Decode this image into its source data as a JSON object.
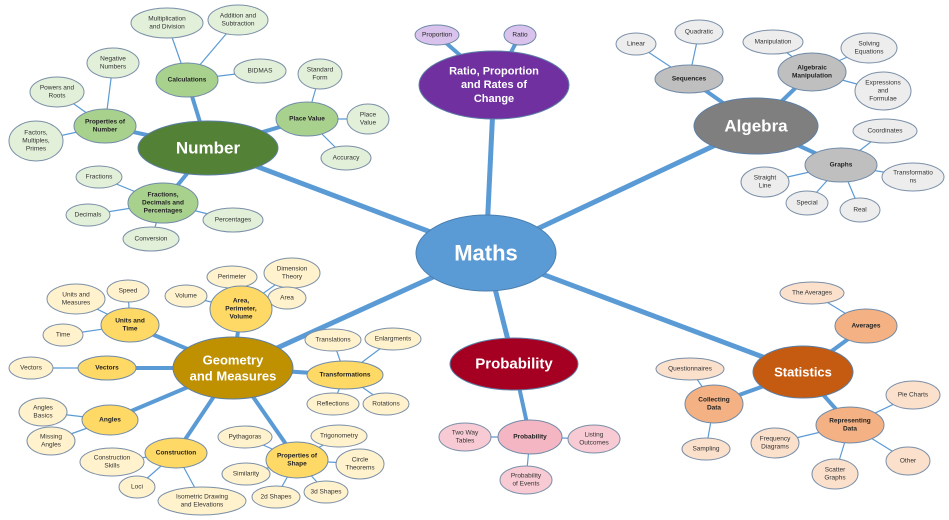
{
  "center": {
    "label": "Maths",
    "fill": "#5b9bd5"
  },
  "line_color": "#5b9bd5",
  "branches": [
    {
      "id": "number",
      "label": [
        "Number"
      ],
      "fill": "#538135",
      "text_color": "#ffffff",
      "sub_fill": "#a9d18e",
      "leaf_fill": "#e2f0d9",
      "subs": [
        {
          "id": "calculations",
          "label": [
            "Calculations"
          ],
          "leaves": [
            {
              "id": "multiplication-and-division",
              "label": [
                "Multiplication",
                "and Division"
              ]
            },
            {
              "id": "addition-and-subtraction",
              "label": [
                "Addition and",
                "Subtraction"
              ]
            },
            {
              "id": "bidmas",
              "label": [
                "BIDMAS"
              ]
            }
          ]
        },
        {
          "id": "properties-of-number",
          "label": [
            "Properties of",
            "Number"
          ],
          "leaves": [
            {
              "id": "negative-numbers",
              "label": [
                "Negative",
                "Numbers"
              ]
            },
            {
              "id": "powers-and-roots",
              "label": [
                "Powers and",
                "Roots"
              ]
            },
            {
              "id": "factors-multiples-primes",
              "label": [
                "Factors,",
                "Multiples,",
                "Primes"
              ]
            }
          ]
        },
        {
          "id": "place-value",
          "label": [
            "Place Value"
          ],
          "leaves": [
            {
              "id": "standard-form",
              "label": [
                "Standard",
                "Form"
              ]
            },
            {
              "id": "place-value-leaf",
              "label": [
                "Place",
                "Value"
              ]
            },
            {
              "id": "accuracy",
              "label": [
                "Accuracy"
              ]
            }
          ]
        },
        {
          "id": "fractions-decimals-and-percentages",
          "label": [
            "Fractions,",
            "Decimals and",
            "Percentages"
          ],
          "leaves": [
            {
              "id": "fractions",
              "label": [
                "Fractions"
              ]
            },
            {
              "id": "decimals",
              "label": [
                "Decimals"
              ]
            },
            {
              "id": "percentages",
              "label": [
                "Percentages"
              ]
            },
            {
              "id": "conversion",
              "label": [
                "Conversion"
              ]
            }
          ]
        }
      ]
    },
    {
      "id": "ratio",
      "label": [
        "Ratio, Proportion",
        "and Rates of",
        "Change"
      ],
      "fill": "#7030a0",
      "text_color": "#ffffff",
      "sub_fill": "#d9c3ec",
      "leaf_fill": "#d9c3ec",
      "subs": [
        {
          "id": "proportion",
          "label": [
            "Proportion"
          ],
          "leaves": []
        },
        {
          "id": "ratio-leaf",
          "label": [
            "Ratio"
          ],
          "leaves": []
        }
      ]
    },
    {
      "id": "algebra",
      "label": [
        "Algebra"
      ],
      "fill": "#7f7f7f",
      "text_color": "#ffffff",
      "sub_fill": "#bfbfbf",
      "leaf_fill": "#ededed",
      "subs": [
        {
          "id": "sequences",
          "label": [
            "Sequences"
          ],
          "leaves": [
            {
              "id": "linear",
              "label": [
                "Linear"
              ]
            },
            {
              "id": "quadratic",
              "label": [
                "Quadratic"
              ]
            }
          ]
        },
        {
          "id": "algebraic-manipulation",
          "label": [
            "Algebraic",
            "Manipulation"
          ],
          "leaves": [
            {
              "id": "manipulation",
              "label": [
                "Manipulation"
              ]
            },
            {
              "id": "solving-equations",
              "label": [
                "Solving",
                "Equations"
              ]
            },
            {
              "id": "expressions-and-formulae",
              "label": [
                "Expressions",
                "and",
                "Formulae"
              ]
            }
          ]
        },
        {
          "id": "graphs",
          "label": [
            "Graphs"
          ],
          "leaves": [
            {
              "id": "coordinates",
              "label": [
                "Coordinates"
              ]
            },
            {
              "id": "transformations-graphs",
              "label": [
                "Transformatio",
                "ns"
              ]
            },
            {
              "id": "straight-line",
              "label": [
                "Straight",
                "Line"
              ]
            },
            {
              "id": "special",
              "label": [
                "Special"
              ]
            },
            {
              "id": "real",
              "label": [
                "Real"
              ]
            }
          ]
        }
      ]
    },
    {
      "id": "geometry",
      "label": [
        "Geometry",
        "and Measures"
      ],
      "fill": "#bf9000",
      "text_color": "#ffffff",
      "sub_fill": "#ffd966",
      "leaf_fill": "#fff2cc",
      "subs": [
        {
          "id": "units-and-time",
          "label": [
            "Units and",
            "Time"
          ],
          "leaves": [
            {
              "id": "units-and-measures",
              "label": [
                "Units and",
                "Measures"
              ]
            },
            {
              "id": "speed",
              "label": [
                "Speed"
              ]
            },
            {
              "id": "time",
              "label": [
                "Time"
              ]
            }
          ]
        },
        {
          "id": "area-perimeter-volume",
          "label": [
            "Area,",
            "Perimeter,",
            "Volume"
          ],
          "leaves": [
            {
              "id": "perimeter",
              "label": [
                "Perimeter"
              ]
            },
            {
              "id": "dimension-theory",
              "label": [
                "Dimension",
                "Theory"
              ]
            },
            {
              "id": "volume",
              "label": [
                "Volume"
              ]
            },
            {
              "id": "area",
              "label": [
                "Area"
              ]
            }
          ]
        },
        {
          "id": "vectors",
          "label": [
            "Vectors"
          ],
          "leaves": [
            {
              "id": "vectors-leaf",
              "label": [
                "Vectors"
              ]
            }
          ]
        },
        {
          "id": "transformations",
          "label": [
            "Transformations"
          ],
          "leaves": [
            {
              "id": "translations",
              "label": [
                "Translations"
              ]
            },
            {
              "id": "enlargments",
              "label": [
                "Enlargments"
              ]
            },
            {
              "id": "reflections",
              "label": [
                "Reflections"
              ]
            },
            {
              "id": "rotations",
              "label": [
                "Rotations"
              ]
            }
          ]
        },
        {
          "id": "angles",
          "label": [
            "Angles"
          ],
          "leaves": [
            {
              "id": "angles-basics",
              "label": [
                "Angles",
                "Basics"
              ]
            },
            {
              "id": "missing-angles",
              "label": [
                "Missing",
                "Angles"
              ]
            }
          ]
        },
        {
          "id": "construction",
          "label": [
            "Construction"
          ],
          "leaves": [
            {
              "id": "construction-skills",
              "label": [
                "Construction",
                "Skills"
              ]
            },
            {
              "id": "loci",
              "label": [
                "Loci"
              ]
            },
            {
              "id": "isometric-drawing",
              "label": [
                "Isometric Drawing",
                "and Elevations"
              ]
            }
          ]
        },
        {
          "id": "properties-of-shape",
          "label": [
            "Properties of",
            "Shape"
          ],
          "leaves": [
            {
              "id": "pythagoras",
              "label": [
                "Pythagoras"
              ]
            },
            {
              "id": "trigonometry",
              "label": [
                "Trigonometry"
              ]
            },
            {
              "id": "similarity",
              "label": [
                "Similarity"
              ]
            },
            {
              "id": "circle-theorems",
              "label": [
                "Circle",
                "Theorems"
              ]
            },
            {
              "id": "2d-shapes",
              "label": [
                "2d Shapes"
              ]
            },
            {
              "id": "3d-shapes",
              "label": [
                "3d Shapes"
              ]
            }
          ]
        }
      ]
    },
    {
      "id": "probability",
      "label": [
        "Probability"
      ],
      "fill": "#a50021",
      "text_color": "#ffffff",
      "sub_fill": "#f4b6c2",
      "leaf_fill": "#f8cbd4",
      "subs": [
        {
          "id": "probability-sub",
          "label": [
            "Probability"
          ],
          "leaves": [
            {
              "id": "two-way-tables",
              "label": [
                "Two Way",
                "Tables"
              ]
            },
            {
              "id": "listing-outcomes",
              "label": [
                "Listing",
                "Outcomes"
              ]
            },
            {
              "id": "probability-of-events",
              "label": [
                "Probability",
                "of Events"
              ]
            }
          ]
        }
      ]
    },
    {
      "id": "statistics",
      "label": [
        "Statistics"
      ],
      "fill": "#c55a11",
      "text_color": "#ffffff",
      "sub_fill": "#f4b183",
      "leaf_fill": "#fbe0cc",
      "subs": [
        {
          "id": "averages",
          "label": [
            "Averages"
          ],
          "leaves": [
            {
              "id": "the-averages",
              "label": [
                "The Averages"
              ]
            }
          ]
        },
        {
          "id": "collecting-data",
          "label": [
            "Collecting",
            "Data"
          ],
          "leaves": [
            {
              "id": "questionnaires",
              "label": [
                "Questionnaires"
              ]
            },
            {
              "id": "sampling",
              "label": [
                "Sampling"
              ]
            }
          ]
        },
        {
          "id": "representing-data",
          "label": [
            "Representing",
            "Data"
          ],
          "leaves": [
            {
              "id": "pie-charts",
              "label": [
                "Pie Charts"
              ]
            },
            {
              "id": "frequency-diagrams",
              "label": [
                "Frequency",
                "Diagrams"
              ]
            },
            {
              "id": "scatter-graphs",
              "label": [
                "Scatter",
                "Graphs"
              ]
            },
            {
              "id": "other",
              "label": [
                "Other"
              ]
            }
          ]
        }
      ]
    }
  ]
}
